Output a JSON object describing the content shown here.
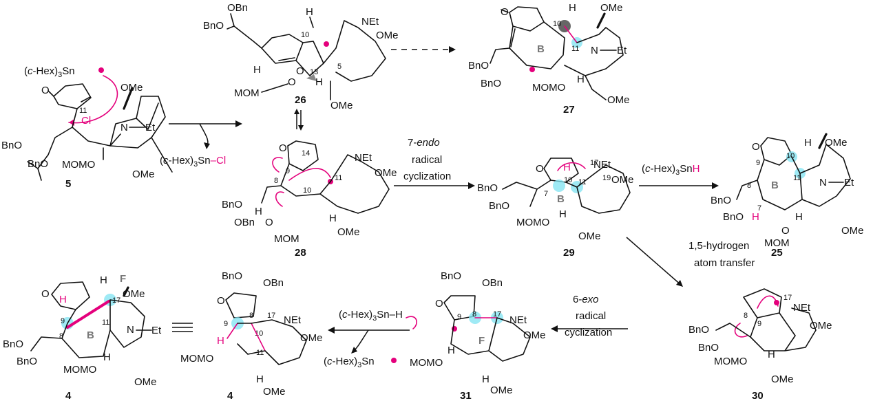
{
  "colors": {
    "accent_arrow": "#e4007c",
    "highlight": "#7fe3f2",
    "bond": "#111111",
    "ring_label": "#777777"
  },
  "compounds": {
    "c5": {
      "label": "5"
    },
    "c26": {
      "label": "26"
    },
    "c27": {
      "label": "27"
    },
    "c28": {
      "label": "28"
    },
    "c29": {
      "label": "29"
    },
    "c25": {
      "label": "25"
    },
    "c30": {
      "label": "30"
    },
    "c31": {
      "label": "31"
    },
    "c4a": {
      "label": "4"
    },
    "c4b": {
      "label": "4"
    }
  },
  "reagents": {
    "radical": "(c-Hex)3Sn",
    "chloride_pre": "(c-Hex)3Sn",
    "chloride_post": "Cl",
    "hydride_pre": "(c-Hex)3Sn",
    "hydride_post": "H",
    "sn_h_pre": "(c-Hex)3Sn",
    "sn_h_post": "H",
    "radical_out": "(c-Hex)3Sn"
  },
  "steps": {
    "endo": [
      "7-endo",
      "radical",
      "cyclization"
    ],
    "hat": [
      "1,5-hydrogen",
      "atom transfer"
    ],
    "exo": [
      "6-exo",
      "radical",
      "cyclization"
    ]
  },
  "groups": {
    "OBn": "OBn",
    "BnO": "BnO",
    "OMe": "OMe",
    "MOMO": "MOMO",
    "MOM": "MOM",
    "NEt": "NEt",
    "Et": "Et",
    "O": "O",
    "H": "H",
    "Cl": "Cl",
    "N": "N",
    "F": "F",
    "B": "B"
  },
  "atom_numbers": [
    "5",
    "7",
    "8",
    "9",
    "10",
    "11",
    "13",
    "14",
    "17",
    "19"
  ]
}
